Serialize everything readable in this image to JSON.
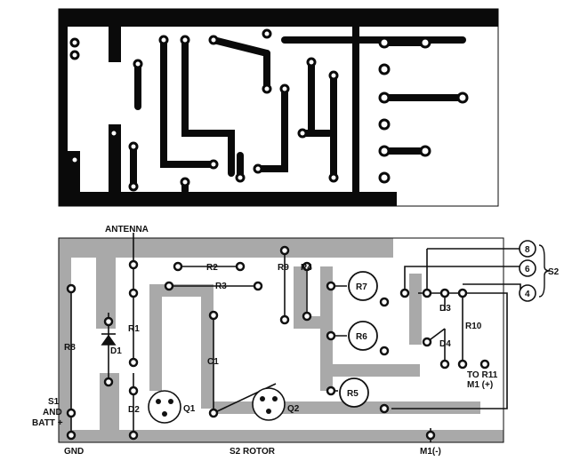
{
  "colors": {
    "copper_top": "#0a0a0a",
    "copper_bottom": "#a9a9a9",
    "wire": "#111111",
    "paper": "#ffffff"
  },
  "labels": {
    "antenna": "ANTENNA",
    "r2": "R2",
    "r3": "R3",
    "r9": "R9",
    "r4": "R4",
    "r7": "R7",
    "r6": "R6",
    "r5": "R5",
    "r1": "R1",
    "r8": "R8",
    "d1": "D1",
    "d2": "D2",
    "c1": "C1",
    "q1": "Q1",
    "q2": "Q2",
    "d3": "D3",
    "d4": "D4",
    "r10": "R10",
    "to_r11": "TO R11",
    "m1_plus": "M1 (+)",
    "s1": "S1",
    "and": "AND",
    "batt": "BATT +",
    "gnd": "GND",
    "s2_rotor": "S2 ROTOR",
    "m1_minus": "M1(-)",
    "s2": "S2",
    "t8": "8",
    "t6": "6",
    "t4": "4"
  }
}
